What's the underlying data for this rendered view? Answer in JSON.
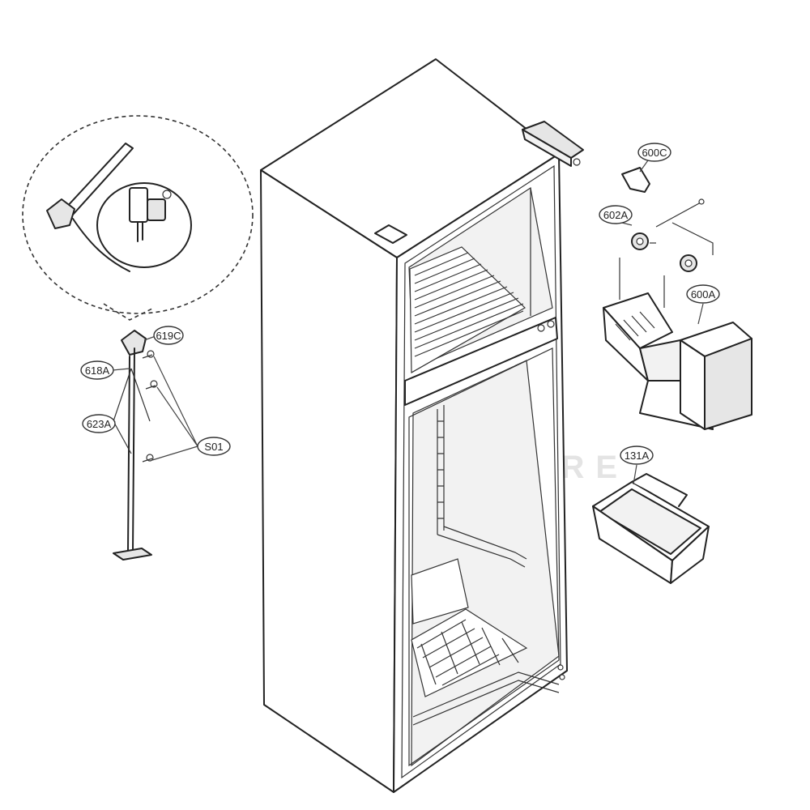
{
  "callouts": [
    {
      "id": "c600C",
      "label": "600C"
    },
    {
      "id": "c602A",
      "label": "602A"
    },
    {
      "id": "c600A",
      "label": "600A"
    },
    {
      "id": "c131A",
      "label": "131A"
    },
    {
      "id": "c619C",
      "label": "619C"
    },
    {
      "id": "c618A",
      "label": "618A"
    },
    {
      "id": "c623A",
      "label": "623A"
    },
    {
      "id": "cS01",
      "label": "S01"
    }
  ],
  "watermark": "LEADVENTURE"
}
